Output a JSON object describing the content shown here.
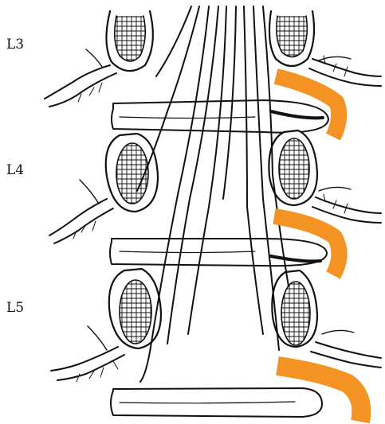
{
  "labels": {
    "l3": "L3",
    "l4": "L4",
    "l5": "L5"
  },
  "colors": {
    "highlight": "#F39324",
    "ink": "#111111",
    "paper": "#ffffff"
  },
  "icons": {
    "vertebra": "vertebral-body-icon",
    "disc": "intervertebral-disc-icon",
    "root": "nerve-root-icon",
    "highlight": "orange-band-icon"
  }
}
